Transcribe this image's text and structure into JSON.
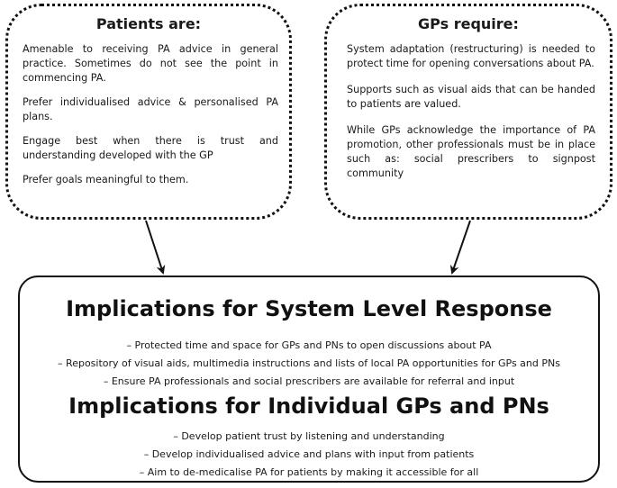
{
  "patients": {
    "title": "Patients are:",
    "items": [
      "Amenable to receiving PA advice in general practice. Sometimes do not see the point in commencing PA.",
      "Prefer individualised advice & personalised PA plans.",
      "Engage best when there is trust and understanding developed with the GP",
      "Prefer goals meaningful to them."
    ]
  },
  "gps": {
    "title": "GPs require:",
    "items": [
      "System adaptation (restructuring) is needed to protect time for opening conversations about PA.",
      "Supports such as visual aids that can be handed to patients are valued.",
      "While GPs acknowledge the importance of PA promotion, other professionals must be in place such as: social prescribers to signpost community"
    ]
  },
  "system": {
    "heading": "Implications for System Level Response",
    "items": [
      "– Protected time and space for GPs and PNs to open discussions about PA",
      "– Repository of visual aids, multimedia instructions and lists of local PA opportunities for GPs and PNs",
      "– Ensure PA professionals and social prescribers are available for referral and input"
    ]
  },
  "individual": {
    "heading": "Implications for Individual GPs and PNs",
    "items": [
      "– Develop patient trust by listening and understanding",
      "– Develop individualised advice and plans with input from patients",
      "– Aim to de-medicalise PA for patients by making it accessible for all"
    ]
  }
}
